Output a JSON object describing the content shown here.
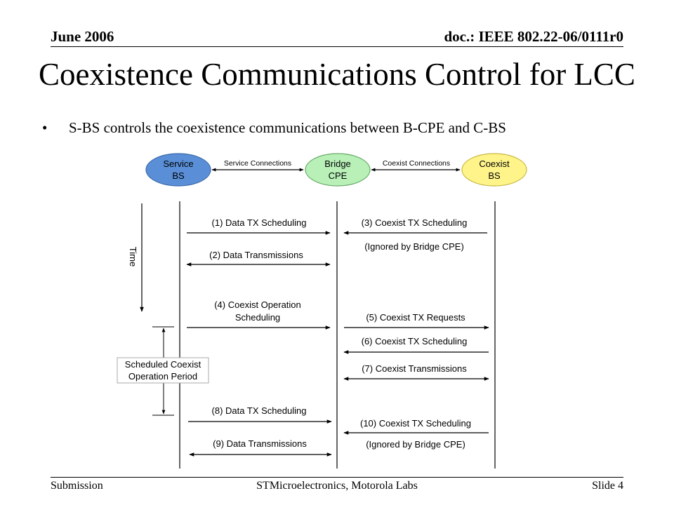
{
  "header": {
    "date": "June 2006",
    "doc_id": "doc.: IEEE 802.22-06/0111r0"
  },
  "title": "Coexistence Communications Control for LCC",
  "bullet": {
    "symbol": "•",
    "text": "S-BS controls the coexistence communications between B-CPE and C-BS"
  },
  "nodes": {
    "service_bs": {
      "line1": "Service",
      "line2": "BS",
      "color": "#5a8fd8"
    },
    "bridge_cpe": {
      "line1": "Bridge",
      "line2": "CPE",
      "color": "#b8f0b8"
    },
    "coexist_bs": {
      "line1": "Coexist",
      "line2": "BS",
      "color": "#fff48a"
    }
  },
  "connections": {
    "service": "Service Connections",
    "coexist": "Coexist Connections"
  },
  "time_label": "Time",
  "period_label": {
    "line1": "Scheduled Coexist",
    "line2": "Operation Period"
  },
  "messages": {
    "m1": "(1) Data TX Scheduling",
    "m2": "(2) Data Transmissions",
    "m3": "(3) Coexist TX Scheduling",
    "m3_note": "(Ignored by Bridge CPE)",
    "m4_line1": "(4) Coexist Operation",
    "m4_line2": "Scheduling",
    "m5": "(5) Coexist TX Requests",
    "m6": "(6) Coexist TX Scheduling",
    "m7": "(7) Coexist Transmissions",
    "m8": "(8) Data TX Scheduling",
    "m9": "(9) Data Transmissions",
    "m10": "(10) Coexist TX Scheduling",
    "m10_note": "(Ignored by Bridge CPE)"
  },
  "footer": {
    "left": "Submission",
    "center": "STMicroelectronics, Motorola Labs",
    "right": "Slide 4"
  }
}
